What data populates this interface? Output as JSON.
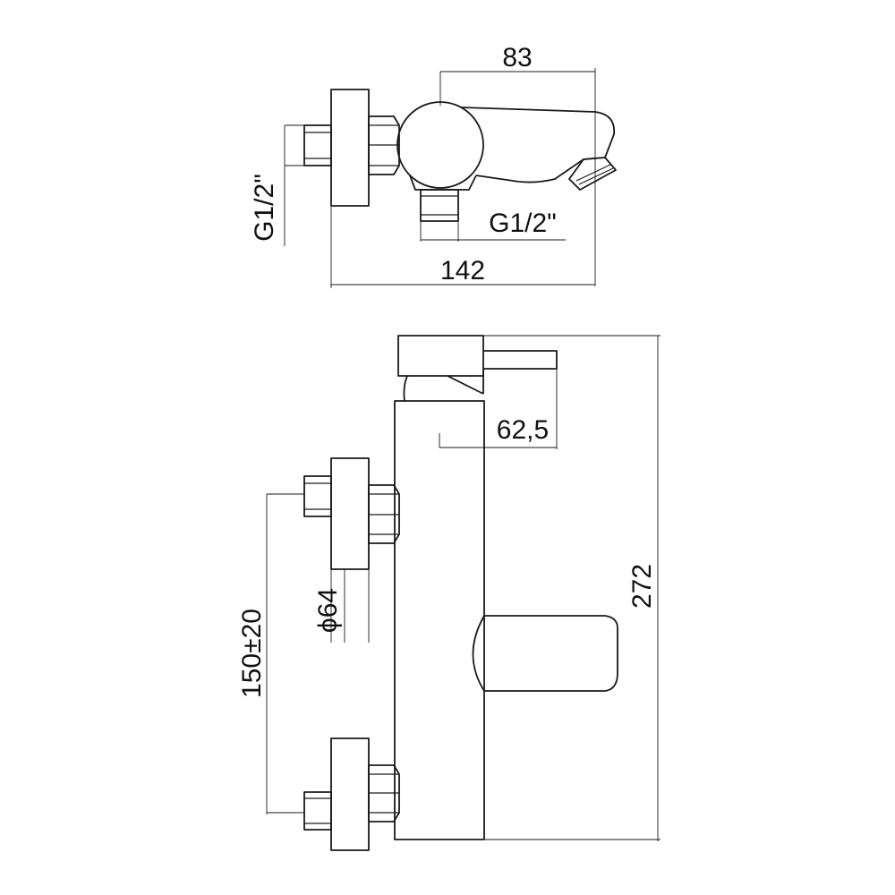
{
  "dimensions": {
    "top_projection": "83",
    "top_overall_width": "142",
    "thread_wall": "G1/2\"",
    "thread_outlet": "G1/2\"",
    "front_projection": "62,5",
    "overall_height": "272",
    "rosette_diameter": "ϕ64",
    "inlet_centers": "150±20"
  }
}
